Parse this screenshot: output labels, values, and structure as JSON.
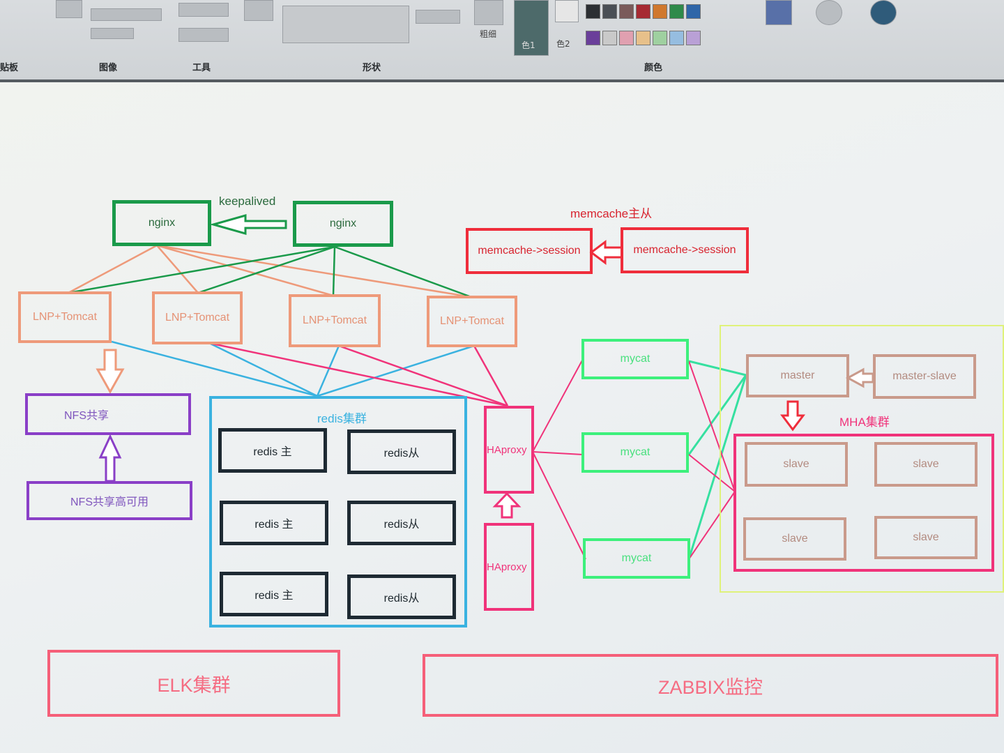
{
  "toolbar": {
    "groups": [
      "贴板",
      "图像",
      "工具",
      "形状",
      "颜色"
    ],
    "color1_label": "色1",
    "color2_label": "色2",
    "size_label": "粗细",
    "swatch_colors": [
      "#2c2f33",
      "#4a4f55",
      "#7a5a5a",
      "#a62a33",
      "#d0782e",
      "#2f8a4a",
      "#2f66a8",
      "#6a3f9a",
      "#c9c9c9",
      "#e0a0b0",
      "#e7c08a",
      "#9fd0a0",
      "#96bde0",
      "#b9a0d6"
    ]
  },
  "diagram": {
    "keepalived_label": "keepalived",
    "nginx_left": "nginx",
    "nginx_right": "nginx",
    "lnp_tomcat": [
      "LNP+Tomcat",
      "LNP+Tomcat",
      "LNP+Tomcat",
      "LNP+Tomcat"
    ],
    "nfs_share": "NFS共享",
    "nfs_ha": "NFS共享高可用",
    "memcache_label": "memcache主从",
    "memcache_left": "memcache->session",
    "memcache_right": "memcache->session",
    "redis_cluster_label": "redis集群",
    "redis_nodes": [
      "redis 主",
      "redis从",
      "redis 主",
      "redis从",
      "redis 主",
      "redis从"
    ],
    "haproxy_top": "HAproxy",
    "haproxy_bottom": "HAproxy",
    "mycat": [
      "mycat",
      "mycat",
      "mycat"
    ],
    "master": "master",
    "master_slave": "master-slave",
    "mha_label": "MHA集群",
    "slaves": [
      "slave",
      "slave",
      "slave",
      "slave"
    ],
    "elk": "ELK集群",
    "zabbix": "ZABBIX监控"
  },
  "colors": {
    "nginx": "#1a9a4a",
    "tomcat": "#ee9a7a",
    "memcache": "#ef2d3b",
    "nfs": "#8a3fc7",
    "redis_cluster": "#3ab2e0",
    "redis_node": "#1e2a33",
    "haproxy": "#f0337a",
    "mycat": "#3df07c",
    "mysql": "#c99a8b",
    "monitoring": "#f55f79"
  }
}
